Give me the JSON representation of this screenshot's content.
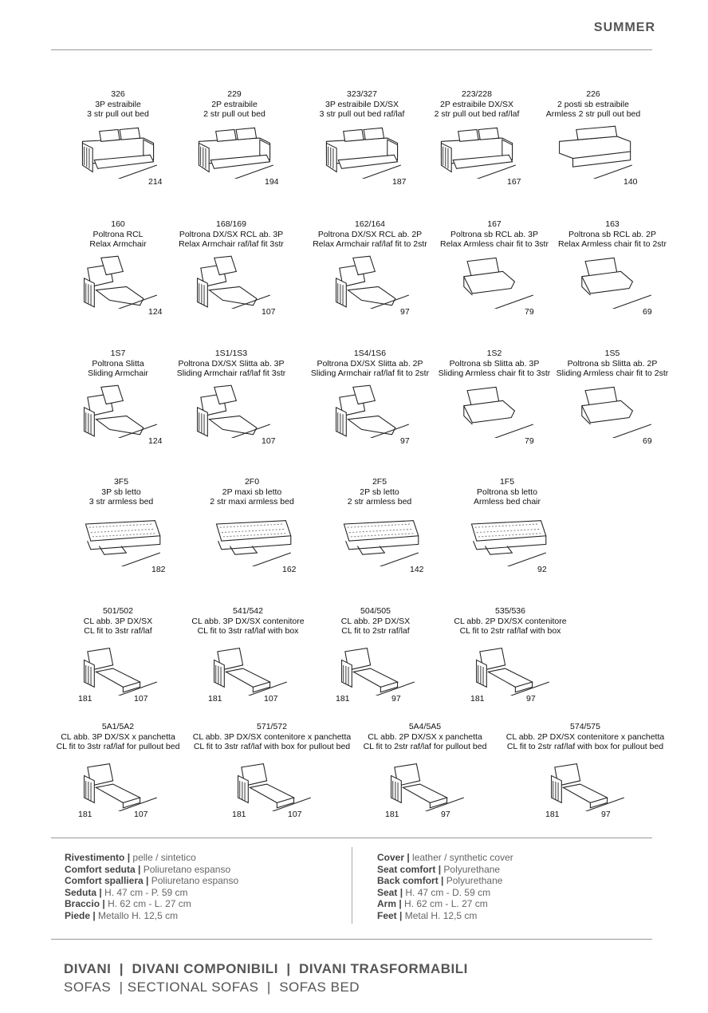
{
  "header": {
    "brand": "SUMMER"
  },
  "rows": [
    [
      {
        "code": "326",
        "it": "3P estraibile",
        "en": "3 str pull out bed",
        "dims": [
          "214"
        ],
        "type": "sofa"
      },
      {
        "code": "229",
        "it": "2P estraibile",
        "en": "2 str pull out bed",
        "dims": [
          "194"
        ],
        "type": "sofa"
      },
      {
        "code": "323/327",
        "it": "3P estraibile DX/SX",
        "en": "3 str pull out bed raf/laf",
        "dims": [
          "187"
        ],
        "type": "sofa"
      },
      {
        "code": "223/228",
        "it": "2P estraibile DX/SX",
        "en": "2 str pull out bed raf/laf",
        "dims": [
          "167"
        ],
        "type": "sofa"
      },
      {
        "code": "226",
        "it": "2 posti sb estraibile",
        "en": "Armless 2 str pull out bed",
        "dims": [
          "140"
        ],
        "type": "armless"
      }
    ],
    [
      {
        "code": "160",
        "it": "Poltrona RCL",
        "en": "Relax Armchair",
        "dims": [
          "124"
        ],
        "type": "recliner"
      },
      {
        "code": "168/169",
        "it": "Poltrona DX/SX RCL ab. 3P",
        "en": "Relax Armchair raf/laf fit 3str",
        "dims": [
          "107"
        ],
        "type": "recliner"
      },
      {
        "code": "162/164",
        "it": "Poltrona DX/SX RCL ab. 2P",
        "en": "Relax Armchair raf/laf fit to 2str",
        "dims": [
          "97"
        ],
        "type": "recliner"
      },
      {
        "code": "167",
        "it": "Poltrona sb RCL ab. 3P",
        "en": "Relax Armless chair fit to 3str",
        "dims": [
          "79"
        ],
        "type": "armless-chair"
      },
      {
        "code": "163",
        "it": "Poltrona sb RCL ab. 2P",
        "en": "Relax Armless chair fit to 2str",
        "dims": [
          "69"
        ],
        "type": "armless-chair"
      }
    ],
    [
      {
        "code": "1S7",
        "it": "Poltrona Slitta",
        "en": "Sliding Armchair",
        "dims": [
          "124"
        ],
        "type": "recliner"
      },
      {
        "code": "1S1/1S3",
        "it": "Poltrona DX/SX Slitta ab. 3P",
        "en": "Sliding Armchair raf/laf fit 3str",
        "dims": [
          "107"
        ],
        "type": "recliner"
      },
      {
        "code": "1S4/1S6",
        "it": "Poltrona DX/SX Slitta ab. 2P",
        "en": "Sliding Armchair raf/laf fit to 2str",
        "dims": [
          "97"
        ],
        "type": "recliner"
      },
      {
        "code": "1S2",
        "it": "Poltrona sb Slitta ab. 3P",
        "en": "Sliding Armless chair fit to 3str",
        "dims": [
          "79"
        ],
        "type": "armless-chair"
      },
      {
        "code": "1S5",
        "it": "Poltrona sb Slitta ab. 2P",
        "en": "Sliding Armless chair fit to 2str",
        "dims": [
          "69"
        ],
        "type": "armless-chair"
      }
    ],
    [
      {
        "code": "3F5",
        "it": "3P sb letto",
        "en": "3 str armless bed",
        "dims": [
          "182"
        ],
        "type": "bed"
      },
      {
        "code": "2F0",
        "it": "2P maxi sb letto",
        "en": "2 str maxi armless bed",
        "dims": [
          "162"
        ],
        "type": "bed"
      },
      {
        "code": "2F5",
        "it": "2P sb letto",
        "en": "2 str armless bed",
        "dims": [
          "142"
        ],
        "type": "bed"
      },
      {
        "code": "1F5",
        "it": "Poltrona sb letto",
        "en": "Armless bed chair",
        "dims": [
          "92"
        ],
        "type": "bed"
      }
    ],
    [
      {
        "code": "501/502",
        "it": "CL abb. 3P DX/SX",
        "en": "CL fit to 3str raf/laf",
        "dims": [
          "181",
          "107"
        ],
        "type": "chaise"
      },
      {
        "code": "541/542",
        "it": "CL abb. 3P DX/SX contenitore",
        "en": "CL fit to 3str raf/laf with box",
        "dims": [
          "181",
          "107"
        ],
        "type": "chaise"
      },
      {
        "code": "504/505",
        "it": "CL abb. 2P DX/SX",
        "en": "CL fit to 2str raf/laf",
        "dims": [
          "181",
          "97"
        ],
        "type": "chaise"
      },
      {
        "code": "535/536",
        "it": "CL abb. 2P DX/SX contenitore",
        "en": "CL fit to 2str raf/laf with box",
        "dims": [
          "181",
          "97"
        ],
        "type": "chaise"
      }
    ],
    [
      {
        "code": "5A1/5A2",
        "it": "CL abb. 3P DX/SX x panchetta",
        "en": "CL fit to 3str raf/laf for pullout bed",
        "dims": [
          "181",
          "107"
        ],
        "type": "chaise"
      },
      {
        "code": "571/572",
        "it": "CL abb. 3P DX/SX contenitore x panchetta",
        "en": "CL fit to 3str raf/laf with box for pullout bed",
        "dims": [
          "181",
          "107"
        ],
        "type": "chaise"
      },
      {
        "code": "5A4/5A5",
        "it": "CL abb. 2P DX/SX x panchetta",
        "en": "CL fit to 2str raf/laf for pullout bed",
        "dims": [
          "181",
          "97"
        ],
        "type": "chaise"
      },
      {
        "code": "574/575",
        "it": "CL abb. 2P DX/SX contenitore x panchetta",
        "en": "CL fit to 2str raf/laf with box for pullout bed",
        "dims": [
          "181",
          "97"
        ],
        "type": "chaise"
      }
    ]
  ],
  "specs": {
    "it": [
      {
        "k": "Rivestimento",
        "v": "pelle / sintetico"
      },
      {
        "k": "Comfort seduta",
        "v": "Poliuretano espanso"
      },
      {
        "k": "Comfort spalliera",
        "v": "Poliuretano espanso"
      },
      {
        "k": "Seduta",
        "v": "H. 47 cm - P. 59 cm"
      },
      {
        "k": "Braccio",
        "v": "H. 62 cm - L. 27 cm"
      },
      {
        "k": "Piede",
        "v": "Metallo H. 12,5 cm"
      }
    ],
    "en": [
      {
        "k": "Cover",
        "v": "leather / synthetic cover"
      },
      {
        "k": "Seat comfort",
        "v": "Polyurethane"
      },
      {
        "k": "Back comfort",
        "v": "Polyurethane"
      },
      {
        "k": "Seat",
        "v": "H. 47 cm - D. 59 cm"
      },
      {
        "k": "Arm",
        "v": "H. 62 cm - L. 27 cm"
      },
      {
        "k": "Feet",
        "v": "Metal H. 12,5 cm"
      }
    ]
  },
  "footer": {
    "line1": "DIVANI  |  DIVANI COMPONIBILI  |  DIVANI TRASFORMABILI",
    "line2": "SOFAS  | SECTIONAL SOFAS  |  SOFAS BED"
  }
}
